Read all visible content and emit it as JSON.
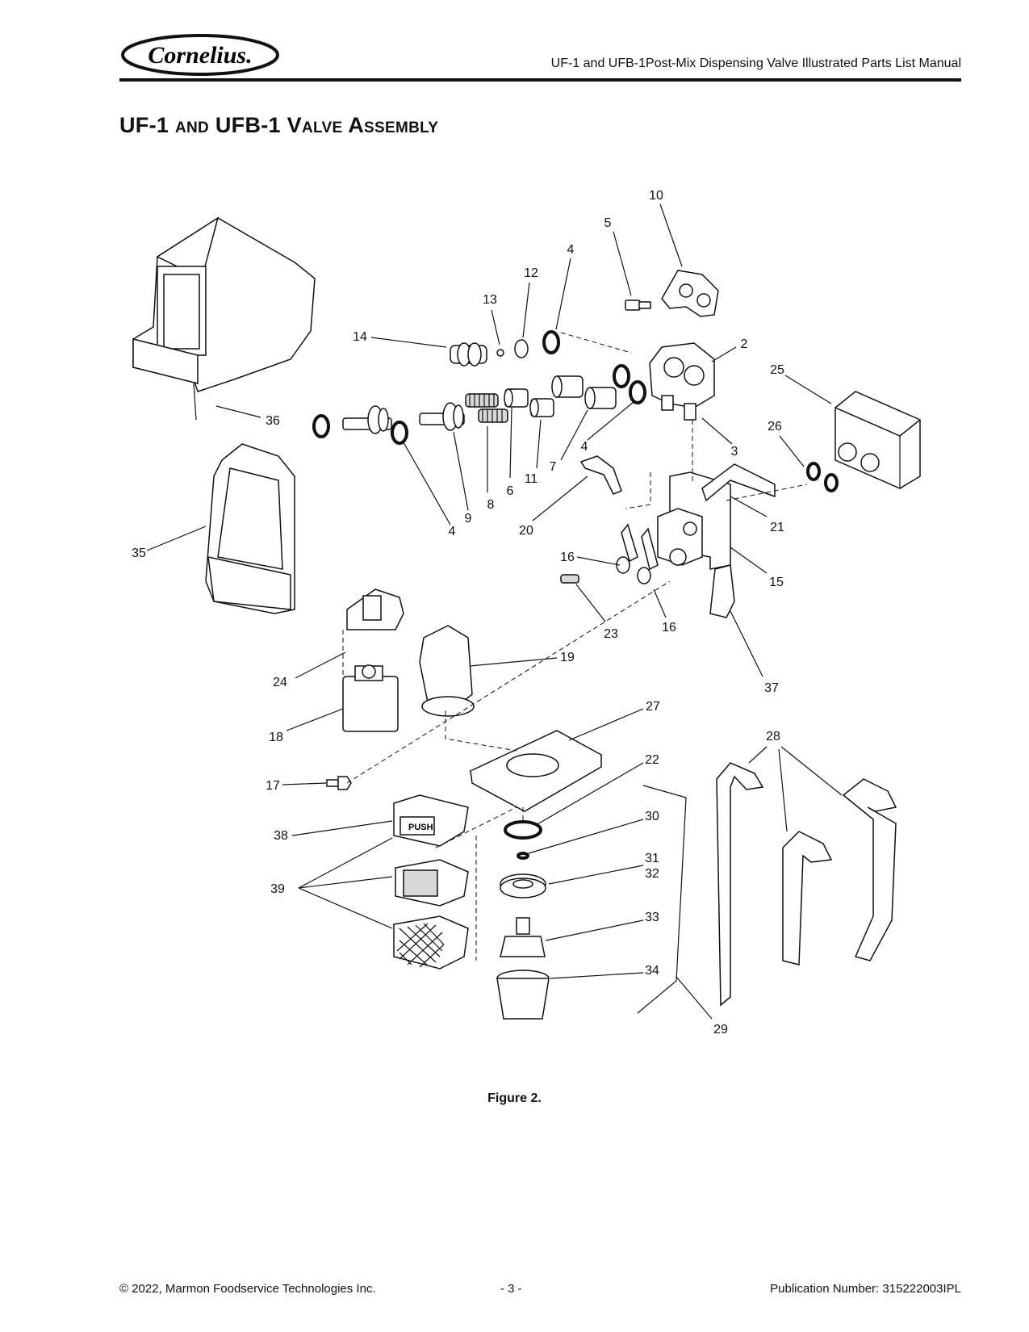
{
  "logo": {
    "text": "Cornelius."
  },
  "header": {
    "title": "UF-1 and UFB-1Post-Mix Dispensing Valve Illustrated Parts List Manual"
  },
  "page_title": "UF-1 and UFB-1 Valve Assembly",
  "figure": {
    "caption": "Figure 2.",
    "callouts": {
      "c2": "2",
      "c3": "3",
      "c4a": "4",
      "c4b": "4",
      "c4c": "4",
      "c5": "5",
      "c6": "6",
      "c7": "7",
      "c8": "8",
      "c9": "9",
      "c10": "10",
      "c11": "11",
      "c12": "12",
      "c13": "13",
      "c14": "14",
      "c15": "15",
      "c16a": "16",
      "c16b": "16",
      "c17": "17",
      "c18": "18",
      "c19": "19",
      "c20": "20",
      "c21": "21",
      "c22": "22",
      "c23": "23",
      "c24": "24",
      "c25": "25",
      "c26": "26",
      "c27": "27",
      "c28": "28",
      "c29": "29",
      "c30": "30",
      "c31": "31",
      "c32": "32",
      "c33": "33",
      "c34": "34",
      "c35": "35",
      "c36": "36",
      "c37": "37",
      "c38": "38",
      "c39": "39"
    },
    "push_label": "PUSH"
  },
  "footer": {
    "copyright": "© 2022, Marmon Foodservice Technologies Inc.",
    "page_number": "- 3 -",
    "publication": "Publication Number: 315222003IPL"
  }
}
